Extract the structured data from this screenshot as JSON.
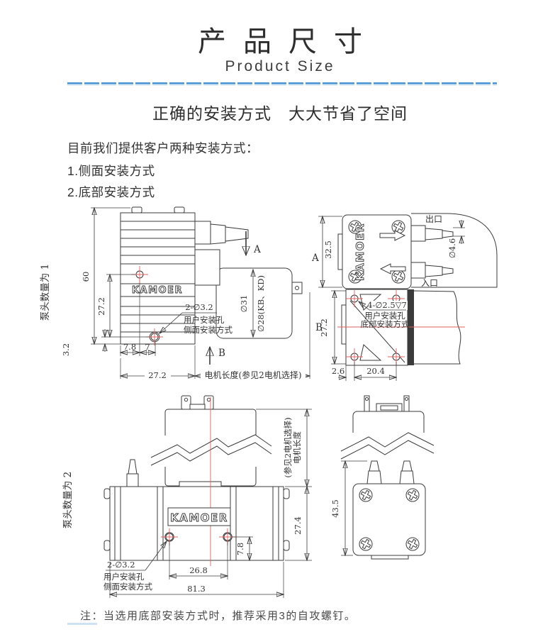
{
  "page": {
    "title": "产品尺寸",
    "subtitle": "Product Size",
    "headline": "正确的安装方式　大大节省了空间",
    "intro_lines": [
      "目前我们提供客户两种安装方式：",
      "1.侧面安装方式",
      "2.底部安装方式"
    ],
    "note": "注：当选用底部安装方式时，推荐采用3的自攻螺钉。"
  },
  "brand": {
    "logo": "KAMOER"
  },
  "colors": {
    "divider_blue": "#5b9fd8",
    "centerline_red": "#e06060",
    "line_dark": "#3b3b3b"
  },
  "views": {
    "pump1_side": {
      "pump_count": "泵头数量为 1",
      "dim_total_height": "60",
      "dim_hole_spacing": "27.2",
      "dim_bottom_offset": "3.2",
      "dim_hole_x1": "7.8",
      "dim_hole_x2": "7",
      "dim_body_width": "27.2",
      "dim_motor_length": "电机长度(参见2电机选择)",
      "dim_motor_dia_outer": "∅31",
      "dim_motor_dia_inner": "∅28(KB、KD)",
      "section_a": "A",
      "section_b": "B",
      "note_l1": "2-∅3.2",
      "note_l2": "用户安装孔",
      "note_l3": "侧面安装方式"
    },
    "pump1_top": {
      "view_label": "A",
      "dim_height": "32.5",
      "outlet": "出口",
      "inlet": "入口",
      "dim_barb": "∅4.6"
    },
    "pump1_bottom": {
      "view_label": "B",
      "dim_height": "27.2",
      "dim_offset": "2.6",
      "dim_hole_spacing": "20.4",
      "note_l1": "4-∅2.5▽7",
      "note_l2": "用户安装孔",
      "note_l3": "底部安装方式"
    },
    "pump2_front": {
      "pump_count": "泵头数量为 2",
      "note_l1": "2-∅3.2",
      "note_l2": "用户安装孔",
      "note_l3": "侧面安装方式",
      "dim_hole_spacing": "26.8",
      "dim_hole_offset": "7.8",
      "dim_total_width": "81.3",
      "dim_head_height": "27.4",
      "dim_motor_length_l1": "电机长度",
      "dim_motor_length_l2": "(参见2电机选择)"
    },
    "pump2_side": {
      "dim_height": "43.5"
    }
  }
}
